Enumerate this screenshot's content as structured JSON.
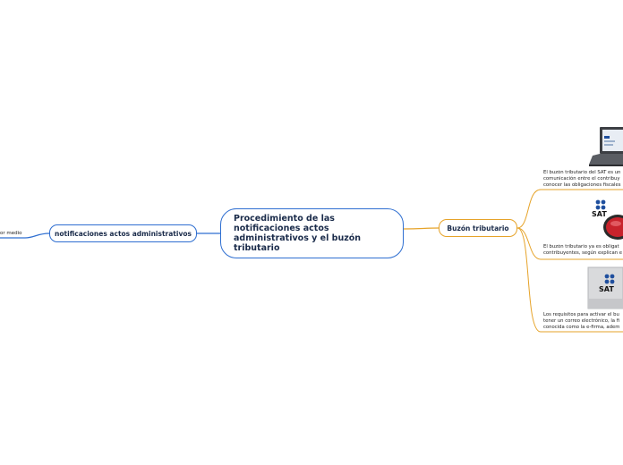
{
  "central": {
    "title": "Procedimiento de las notificaciones actos administrativos y el buzón tributario"
  },
  "left": {
    "label": "notificaciones actos administrativos",
    "fragment": "or medio"
  },
  "right": {
    "label": "Buzón tributario",
    "leaves": [
      {
        "lines": [
          "El buzón tributario del SAT es un",
          "comunicación entre el contribuy",
          "conocer las obligaciones fiscales"
        ]
      },
      {
        "lines": [
          "El buzón tributario ya es obligat",
          "contribuyentes, según explican e"
        ]
      },
      {
        "lines": [
          "Los requisitos para activar el bu",
          "tener un correo electrónico, la fi",
          "conocida como la e-firma, adem"
        ]
      }
    ]
  },
  "logo_text": "SAT",
  "colors": {
    "blue": "#2f6fd1",
    "orange": "#e6a329",
    "logo_blue": "#1f4f9e"
  }
}
